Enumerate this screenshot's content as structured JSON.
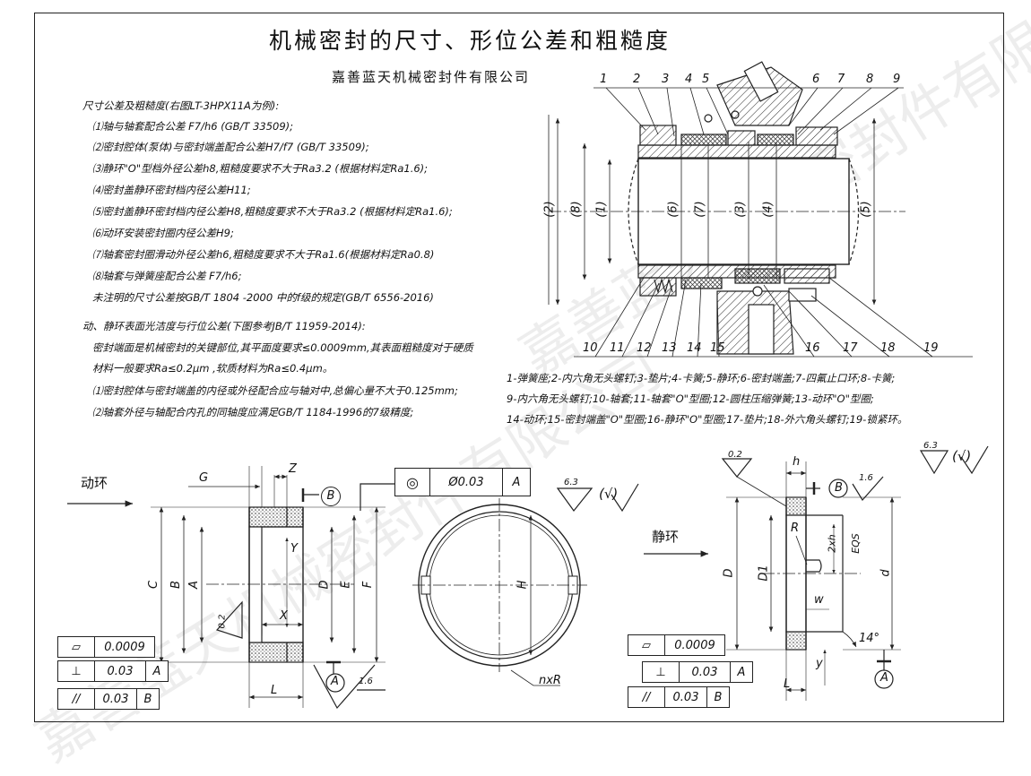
{
  "title": "机械密封的尺寸、形位公差和粗糙度",
  "company": "嘉善蓝天机械密封件有限公司",
  "notes": {
    "size_heading": "尺寸公差及粗糙度(右图LT-3HPX11A为例):",
    "size_items": [
      "⑴轴与轴套配合公差 F7/h6 (GB/T 33509);",
      "⑵密封腔体(泵体)与密封端盖配合公差H7/f7 (GB/T 33509);",
      "⑶静环\"O\"型档外径公差h8,粗糙度要求不大于Ra3.2 (根据材料定Ra1.6);",
      "⑷密封盖静环密封档内径公差H11;",
      "⑸密封盖静环密封档内径公差H8,粗糙度要求不大于Ra3.2 (根据材料定Ra1.6);",
      "⑹动环安装密封圈内径公差H9;",
      "⑺轴套密封圈滑动外径公差h6,粗糙度要求不大于Ra1.6(根据材料定Ra0.8)",
      "⑻轴套与弹簧座配合公差 F7/h6;",
      "未注明的尺寸公差按GB/T 1804 -2000 中的f级的规定(GB/T 6556-2016)"
    ],
    "face_heading": "动、静环表面光洁度与行位公差(下图参考JB/T 11959-2014):",
    "face_items": [
      "密封端面是机械密封的关键部位,其平面度要求≤0.0009mm,其表面粗糙度对于硬质",
      "材料一般要求Ra≤0.2μm ,软质材料为Ra≤0.4μm。",
      "⑴密封腔体与密封端盖的内径或外径配合应与轴对中,总偏心量不大于0.125mm;",
      "⑵轴套外径与轴配合内孔的同轴度应满足GB/T 1184-1996的7级精度;"
    ]
  },
  "legend": [
    "1-弹簧座;2-内六角无头螺钉;3-垫片;4-卡簧;5-静环;6-密封端盖;7-四氟止口环;8-卡簧;",
    "9-内六角无头螺钉;10-轴套;11-轴套\"O\"型圈;12-圆柱压缩弹簧;13-动环\"O\"型圈;",
    "14-动环;15-密封端盖\"O\"型圈;16-静环\"O\"型圈;17-垫片;18-外六角头螺钉;19-锁紧环。"
  ],
  "assembly": {
    "top_numbers": [
      "1",
      "2",
      "3",
      "4",
      "5",
      "6",
      "7",
      "8",
      "9"
    ],
    "bottom_numbers": [
      "10",
      "11",
      "12",
      "13",
      "14",
      "15",
      "16",
      "17",
      "18",
      "19"
    ],
    "dims": [
      "(2)",
      "(8)",
      "(1)",
      "(6)",
      "(7)",
      "(3)",
      "(4)",
      "(5)"
    ]
  },
  "rotating_ring": {
    "title": "动环",
    "labels": {
      "G": "G",
      "Z": "Z",
      "Y": "Y",
      "X": "X",
      "C": "C",
      "B": "B",
      "A": "A",
      "D": "D",
      "E": "E",
      "F": "F",
      "L": "L",
      "H": "H",
      "nxR": "nxR",
      "r02": "0.2"
    },
    "datum_b": "B",
    "datum_a": "A",
    "concentricity": {
      "symbol": "◎",
      "value": "Ø0.03",
      "datum": "A"
    },
    "roughness": {
      "value": "6.3",
      "rest": "(√)"
    },
    "roughness_low": "1.6",
    "tolerances": [
      {
        "symbol": "▱",
        "value": "0.0009",
        "datum": ""
      },
      {
        "symbol": "⊥",
        "value": "0.03",
        "datum": "A"
      },
      {
        "symbol": "//",
        "value": "0.03",
        "datum": "B"
      }
    ]
  },
  "stationary_ring": {
    "title": "静环",
    "labels": {
      "h": "h",
      "R": "R",
      "2xh": "2xh",
      "EQS": "EQS",
      "D": "D",
      "D1": "D1",
      "d": "d",
      "w": "w",
      "y": "y",
      "L": "L",
      "angle": "14°"
    },
    "flat_value": "0.2",
    "roughness_small": "1.6",
    "datum_b": "B",
    "datum_a": "A",
    "roughness_corner": {
      "value": "6.3",
      "rest": "(√)"
    },
    "tolerances": [
      {
        "symbol": "▱",
        "value": "0.0009",
        "datum": ""
      },
      {
        "symbol": "⊥",
        "value": "0.03",
        "datum": "A"
      },
      {
        "symbol": "//",
        "value": "0.03",
        "datum": "B"
      }
    ]
  }
}
